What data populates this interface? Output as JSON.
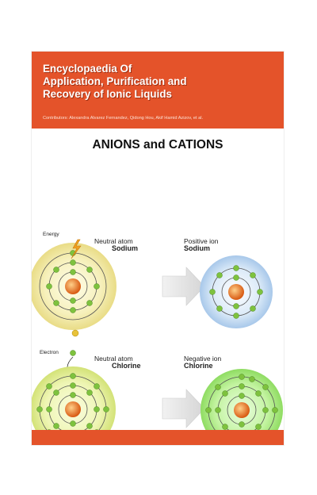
{
  "cover": {
    "title_lines": [
      "Encyclopaedia Of",
      "Application, Purification and",
      "Recovery of Ionic Liquids"
    ],
    "contributors": "Contributors: Alexandra Alvarez Fernandez, Qidong Hou, Akif Hamid Azizov, et al."
  },
  "illustration": {
    "heading": "ANIONS and CATIONS",
    "energy_label": "Energy",
    "electron_label": "Electron",
    "sodium_left": {
      "line1": "Neutral atom",
      "line2": "Sodium"
    },
    "sodium_right": {
      "line1": "Positive ion",
      "line2": "Sodium"
    },
    "chlorine_left": {
      "line1": "Neutral atom",
      "line2": "Chlorine"
    },
    "chlorine_right": {
      "line1": "Negative ion",
      "line2": "Chlorine"
    }
  },
  "colors": {
    "header": "#e4532a",
    "sodium_neutral": "#f3ecb0",
    "sodium_ion": "#cfe3f6",
    "chlorine_neutral": "#e9f1a2",
    "chlorine_ion": "#b7ef8e",
    "electron": "#7ec23e",
    "nucleus": "#e86f1f"
  }
}
